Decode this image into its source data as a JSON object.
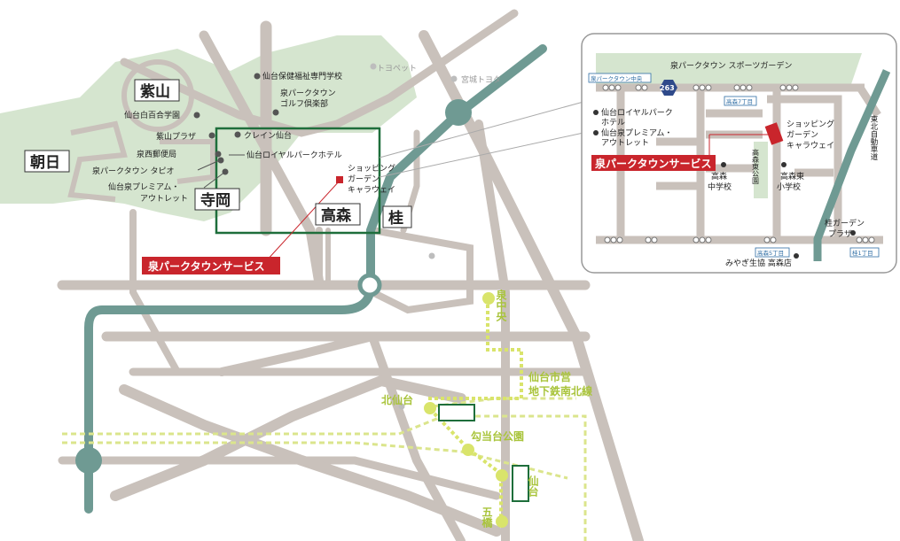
{
  "colors": {
    "park_green": "#d5e5cf",
    "road_gray": "#c9c1bb",
    "expressway": "#6f9a93",
    "subway_line": "#d9e46b",
    "jr_line": "#dbe58c",
    "frame_green": "#1e6e3b",
    "service_red": "#c9252c"
  },
  "area_labels": {
    "murasakiyama": "紫山",
    "asahi": "朝日",
    "teraoka": "寺岡",
    "takamori": "高森",
    "katsura": "桂"
  },
  "main_map": {
    "landmarks": {
      "school": "仙台保健福祉専門学校",
      "golf": "泉パークタウン\nゴルフ倶楽部",
      "crane": "クレイン仙台",
      "royal_hotel": "仙台ロイヤルパークホテル",
      "shirayuri": "仙台白百合学園",
      "murasaki_plaza": "紫山プラザ",
      "post": "泉西郵便局",
      "tapio": "泉パークタウン タピオ",
      "outlet": "仙台泉プレミアム・\nアウトレット",
      "shopping": "ショッピング\nガーデン\nキャラウェイ"
    },
    "dealers": {
      "toyopet": "トヨペット",
      "miyagi_toyota": "宮城トヨタ"
    },
    "service_label": "泉パークタウンサービス",
    "stations": {
      "izumi_chuo": "泉中央",
      "kita_sendai": "北仙台",
      "koutoudai": "勾当台公園",
      "sendai": "仙台",
      "itsutsubashi": "五橋"
    },
    "subway_name": "仙台市営\n地下鉄南北線"
  },
  "inset_map": {
    "top_label": "泉パークタウン スポーツガーデン",
    "ic_label": "泉パークタウン中央",
    "route_number": "263",
    "takamori7": "高森7丁目",
    "takamori5": "高森5丁目",
    "katsura1": "桂1丁目",
    "expressway": "東北自動車道",
    "royal": "仙台ロイヤルパーク\nホテル",
    "outlet": "仙台泉プレミアム・\nアウトレット",
    "shopping": "ショッピング\nガーデン\nキャラウェイ",
    "service_label": "泉パークタウンサービス",
    "park": "高森東公園",
    "jhs": "高森\n中学校",
    "es": "高森東\n小学校",
    "katsura_plaza": "桂ガーデン\nプラザ",
    "coop": "みやぎ生協 高森店"
  }
}
